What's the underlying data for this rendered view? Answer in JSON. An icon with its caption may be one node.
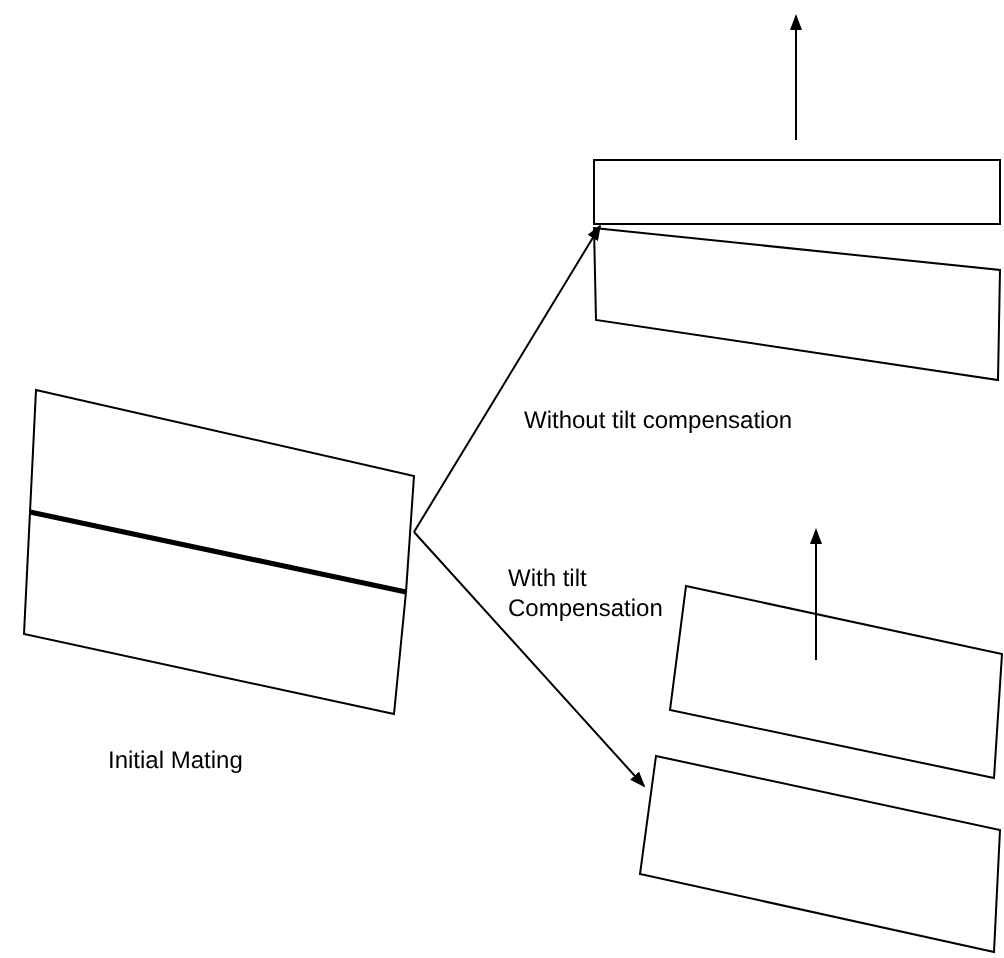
{
  "diagram": {
    "nodes": [
      {
        "text": [],
        "shape": "box"
      },
      {
        "text": [],
        "shape": "box"
      },
      {
        "text": [],
        "shape": "box"
      },
      {
        "text": [],
        "shape": "box"
      },
      {
        "text": [],
        "shape": "box"
      },
      {
        "text": [],
        "shape": "box"
      }
    ],
    "edges": [
      {
        "from": 0,
        "to": 3,
        "arrow": "to",
        "label": "Without tilt compensation"
      },
      {
        "from": 0,
        "to": 5,
        "arrow": "to",
        "label": "With tilt Compensation"
      }
    ],
    "labels": [
      "Initial Mating"
    ]
  }
}
